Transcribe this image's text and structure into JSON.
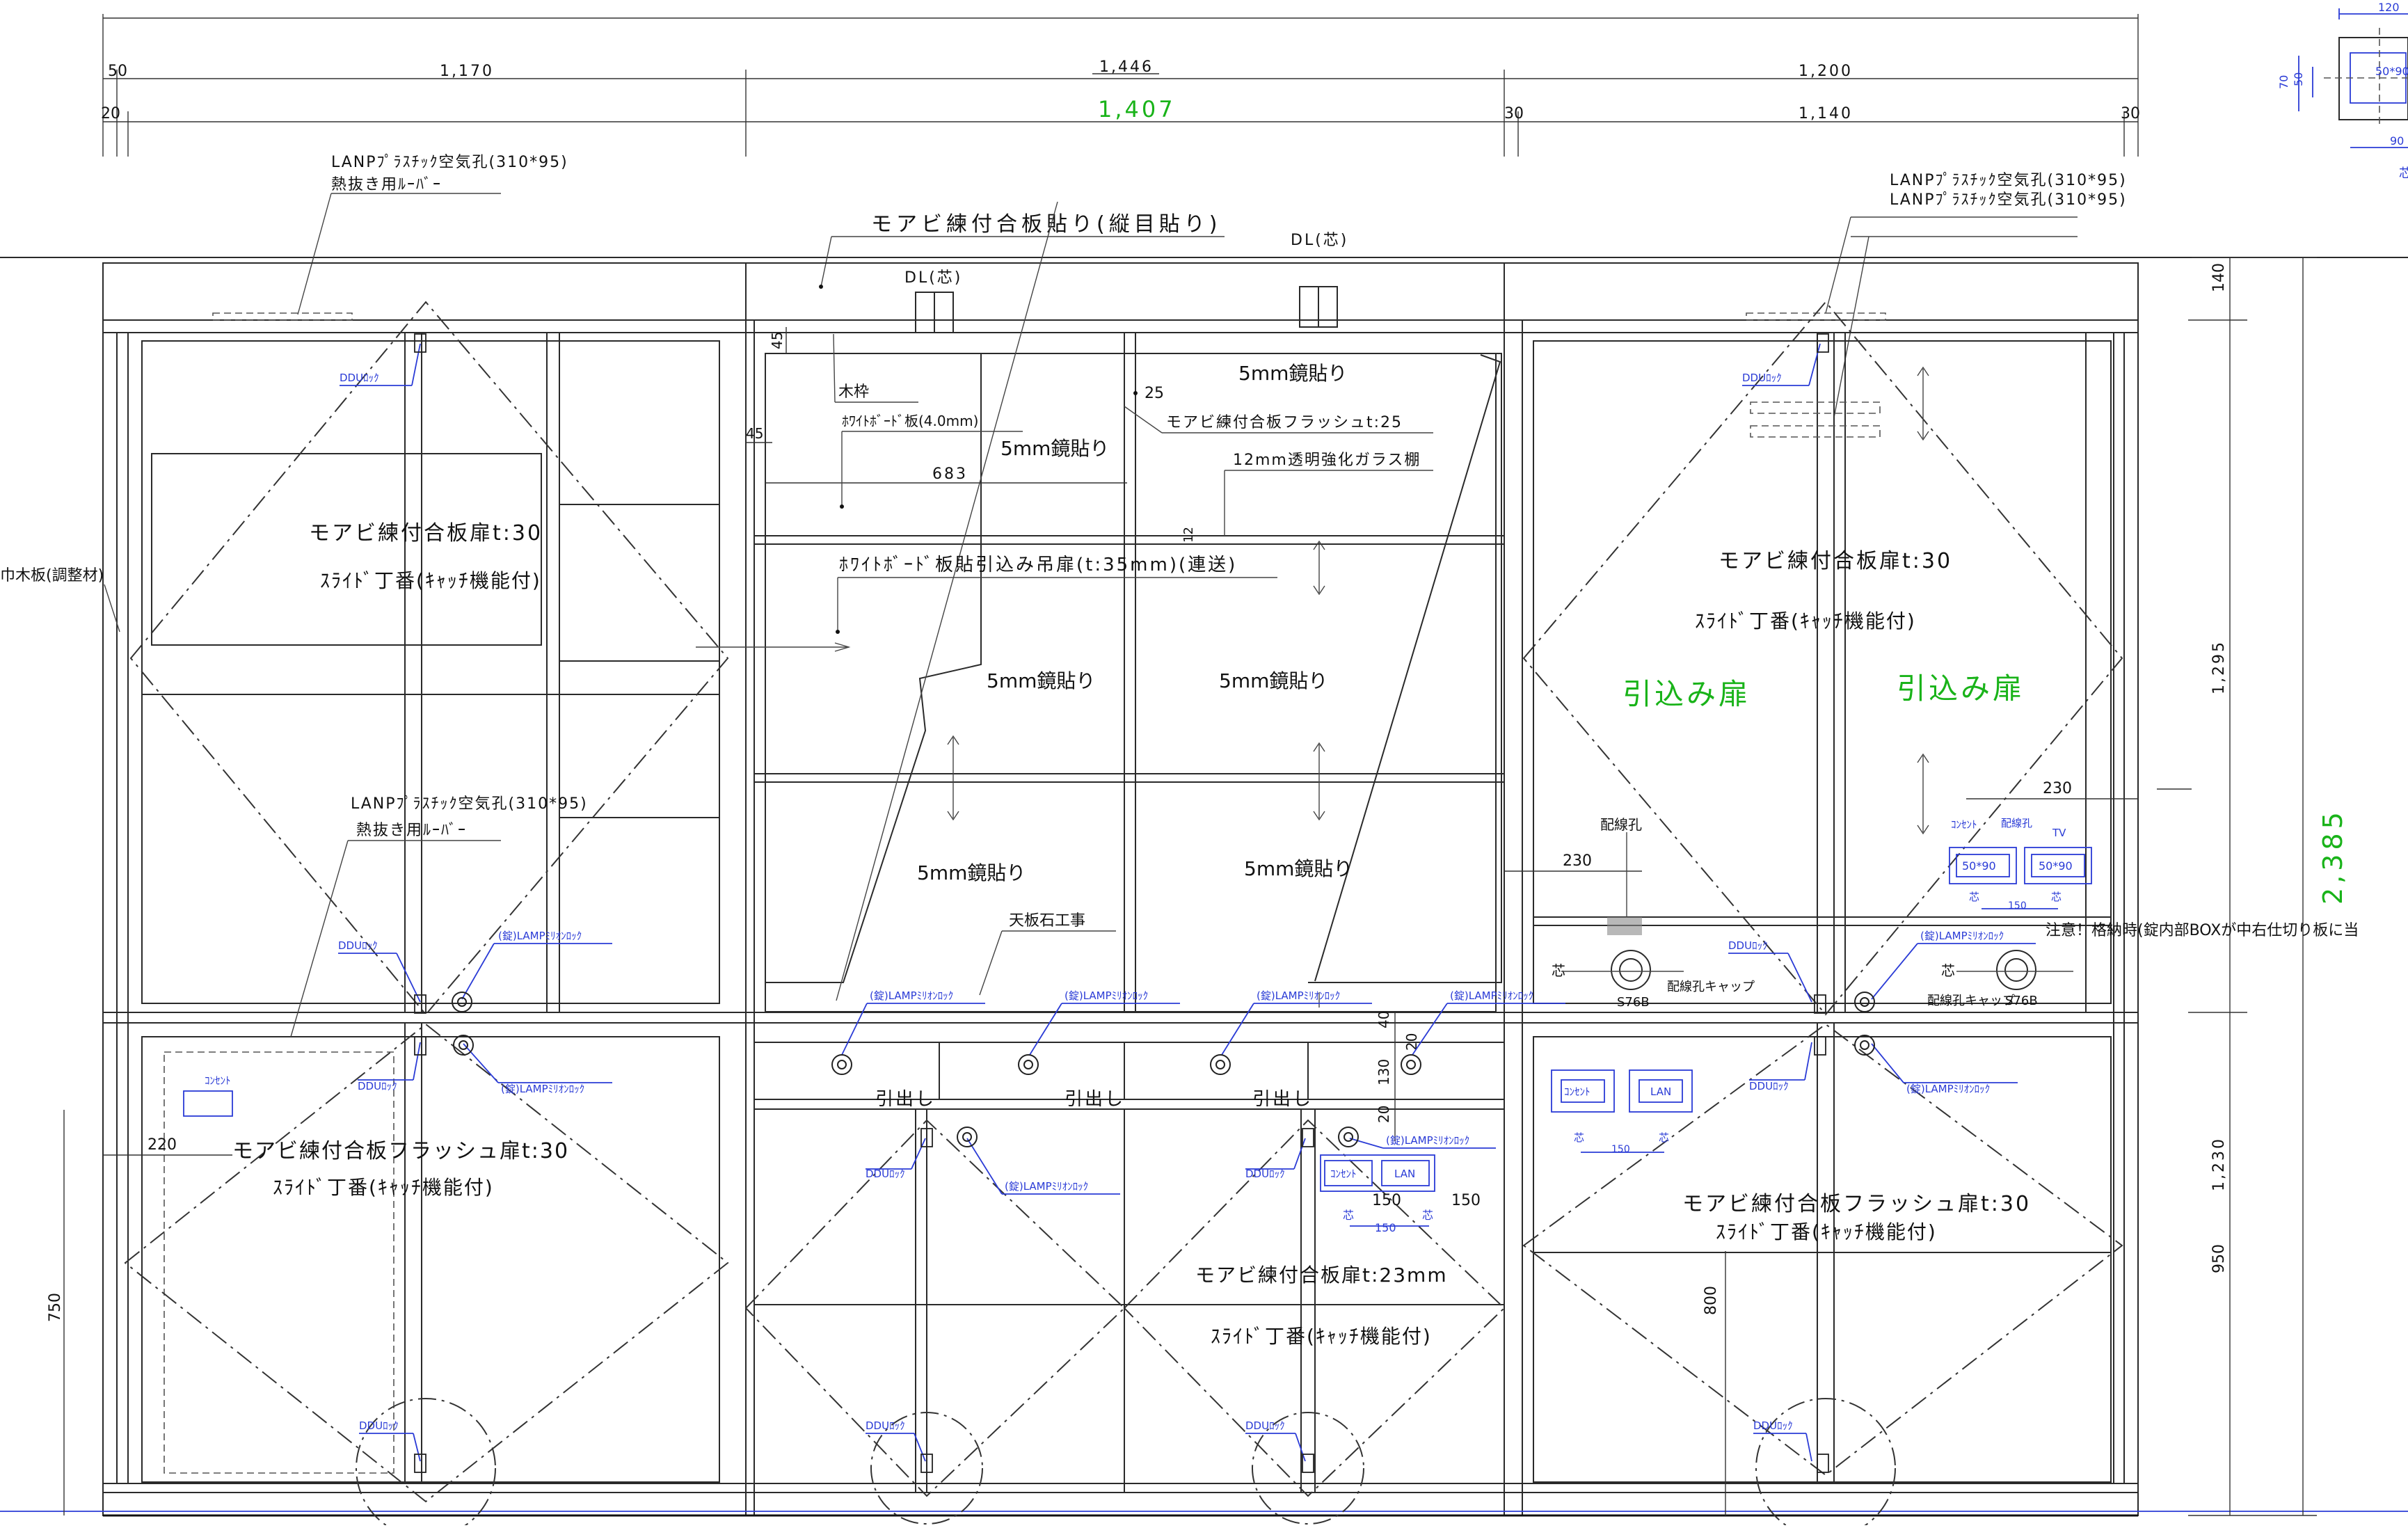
{
  "colors": {
    "ink": "#111111",
    "blue": "#2a3bd6",
    "green": "#19b319"
  },
  "dims": {
    "top_50": "50",
    "top_1170": "1,170",
    "top_1446": "1,446",
    "top_1200": "1,200",
    "top_20": "20",
    "top_1407": "1,407",
    "top_30a": "30",
    "top_1140": "1,140",
    "top_30b": "30",
    "right_140": "140",
    "right_1295": "1,295",
    "right_2385": "2,385",
    "right_1230": "1,230",
    "right_950": "950",
    "left_750": "750",
    "d45a": "45",
    "d45b": "45",
    "d683": "683",
    "d25": "25",
    "d12": "12",
    "d40": "40",
    "d130": "130",
    "d20a": "20",
    "d20b": "20",
    "d230a": "230",
    "d230b": "230",
    "d220": "220",
    "d150a": "150",
    "d150b": "150",
    "d150c": "150",
    "d150d": "150",
    "d150e": "150",
    "d800": "800",
    "corner_70": "70",
    "corner_50": "50",
    "corner_120": "120",
    "corner_90": "90",
    "corner_box": "50*90"
  },
  "labels": {
    "lanp_left_1": "LANPﾌﾟﾗｽﾁｯｸ空気孔(310*95)",
    "louver_left_1": "熱抜き用ﾙｰﾊﾞｰ",
    "lanp_left_2": "LANPﾌﾟﾗｽﾁｯｸ空気孔(310*95)",
    "louver_left_2": "熱抜き用ﾙｰﾊﾞｰ",
    "lanp_right_1": "LANPﾌﾟﾗｽﾁｯｸ空気孔(310*95)",
    "lanp_right_2": "LANPﾌﾟﾗｽﾁｯｸ空気孔(310*95)",
    "plywood_vertical": "モアビ練付合板貼り(縦目貼り)",
    "dl_center": "DL(芯)",
    "dl_left": "DL(芯)",
    "mokuwaku": "木枠",
    "whiteboard_board": "ﾎﾜｲﾄﾎﾞｰﾄﾞ板(4.0mm)",
    "flush_t25": "モアビ練付合板フラッシュt:25",
    "glass_shelf": "12mm透明強化ガラス棚",
    "whiteboard_door": "ﾎﾜｲﾄﾎﾞｰﾄﾞ板貼引込み吊扉(t:35mm)(連送)",
    "tenban": "天板石工事",
    "mirror_1": "5mm鏡貼り",
    "mirror_2": "5mm鏡貼り",
    "mirror_3": "5mm鏡貼り",
    "mirror_4": "5mm鏡貼り",
    "mirror_5": "5mm鏡貼り",
    "mirror_6": "5mm鏡貼り",
    "left_upper_door": "モアビ練付合板扉t:30",
    "left_upper_hinge": "ｽﾗｲﾄﾞ丁番(ｷｬｯﾁ機能付)",
    "left_lower_door": "モアビ練付合板フラッシュ扉t:30",
    "left_lower_hinge": "ｽﾗｲﾄﾞ丁番(ｷｬｯﾁ機能付)",
    "mid_lower_door": "モアビ練付合板扉t:23mm",
    "mid_lower_hinge": "ｽﾗｲﾄﾞ丁番(ｷｬｯﾁ機能付)",
    "right_upper_door": "モアビ練付合板扉t:30",
    "right_upper_hinge": "ｽﾗｲﾄﾞ丁番(ｷｬｯﾁ機能付)",
    "right_lower_door": "モアビ練付合板フラッシュ扉t:30",
    "right_lower_hinge": "ｽﾗｲﾄﾞ丁番(ｷｬｯﾁ機能付)",
    "pocket_door_1": "引込み扉",
    "pocket_door_2": "引込み扉",
    "drawer_1": "引出し",
    "drawer_2": "引出し",
    "drawer_3": "引出し",
    "filler": "巾木板(調整材)",
    "notice": "注意！格納時(錠内部BOXが中右仕切り板に当",
    "wiring_hole_1": "配線孔",
    "wiring_hole_2": "配線孔",
    "wiring_cap_1": "配線孔キャップ",
    "wiring_cap_2": "配線孔キャップ",
    "s76b_1": "S76B",
    "s76b_2": "S76B",
    "core_1": "芯",
    "core_2": "芯",
    "outlet": "コンセント",
    "tv": "TV",
    "lan": "LAN",
    "box": "50*90"
  },
  "blue_labels": {
    "ddu": "DDUﾛｯｸ",
    "lock": "(錠)LAMPﾐﾘｵﾝﾛｯｸ",
    "outlet": "ｺﾝｾﾝﾄ",
    "lan": "LAN",
    "core": "芯",
    "wiring": "配線孔",
    "tv": "TV",
    "box": "50*90",
    "d150": "150"
  }
}
